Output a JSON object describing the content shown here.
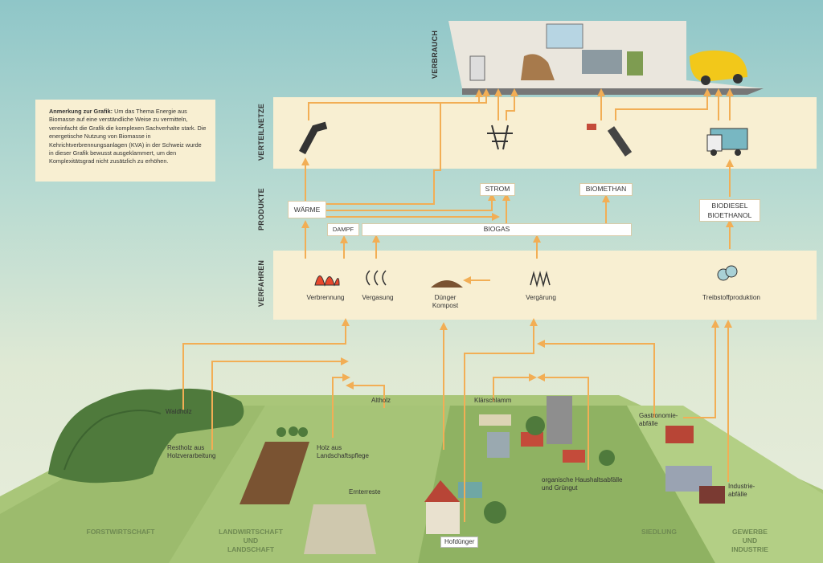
{
  "rows": {
    "verbrauch": "VERBRAUCH",
    "verteilnetze": "VERTEILNETZE",
    "produkte": "PRODUKTE",
    "verfahren": "VERFAHREN"
  },
  "note": {
    "heading": "Anmerkung zur Grafik:",
    "text": "Um das Thema Energie aus Biomasse auf eine verständliche Weise zu vermitteln, vereinfacht die Grafik die komplexen Sachverhalte stark. Die energetische Nutzung von Biomasse in Kehrichtverbrennungsanlagen (KVA) in der Schweiz wurde in dieser Grafik bewusst ausgeklammert, um den Komplexitätsgrad nicht zusätzlich zu erhöhen."
  },
  "products": {
    "waerme": "WÄRME",
    "dampf": "DAMPF",
    "strom": "STROM",
    "biomethan": "BIOMETHAN",
    "biogas": "BIOGAS",
    "biodiesel_line1": "BIODIESEL",
    "biodiesel_line2": "BIOETHANOL"
  },
  "processes": {
    "verbrennung": "Verbrennung",
    "vergasung": "Vergasung",
    "duenger_line1": "Dünger",
    "duenger_line2": "Kompost",
    "vergaerung": "Vergärung",
    "treibstoff": "Treibstoffproduktion"
  },
  "sources": {
    "waldholz": "Waldholz",
    "restholz_line1": "Restholz aus",
    "restholz_line2": "Holzverarbeitung",
    "altholz": "Altholz",
    "holz_line1": "Holz aus",
    "holz_line2": "Landschaftspflege",
    "klaerschlamm": "Klärschlamm",
    "ernterreste": "Ernterreste",
    "hofduenger": "Hofdünger",
    "organisch_line1": "organische Haushaltsabfälle",
    "organisch_line2": "und Grüngut",
    "gastro_line1": "Gastronomie-",
    "gastro_line2": "abfälle",
    "industrie_line1": "Industrie-",
    "industrie_line2": "abfälle"
  },
  "zones": {
    "forst": "FORSTWIRTSCHAFT",
    "land_line1": "LANDWIRTSCHAFT",
    "land_line2": "UND",
    "land_line3": "LANDSCHAFT",
    "siedlung": "SIEDLUNG",
    "gewerbe_line1": "GEWERBE",
    "gewerbe_line2": "UND",
    "gewerbe_line3": "INDUSTRIE"
  },
  "colors": {
    "arrow": "#f2ae55",
    "band": "#f8efd2",
    "meadow": "#9bbc6c",
    "forest": "#4f7a3c"
  }
}
